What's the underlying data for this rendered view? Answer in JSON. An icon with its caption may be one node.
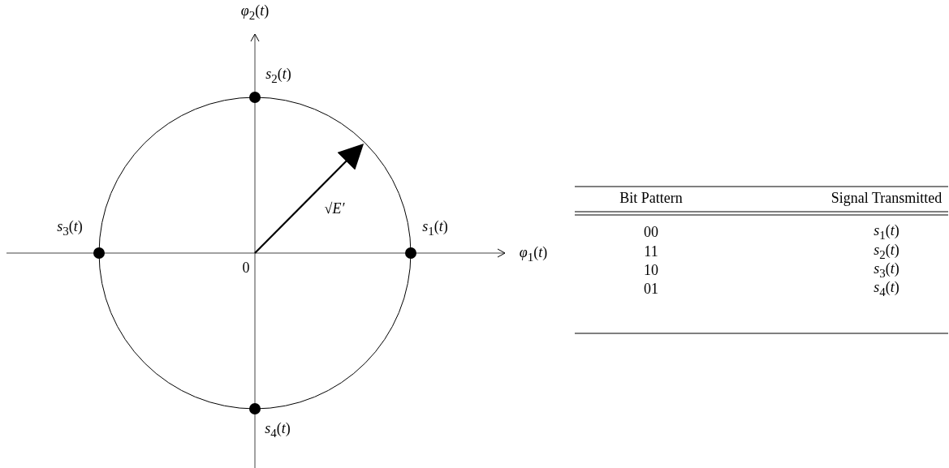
{
  "diagram": {
    "labels": [
      "*φ*$_{2}$(*t*)",
      "*s*$_{2}$(*t*)",
      "√*E′*",
      "*s*$_{3}$(*t*)",
      "*s*$_{1}$(*t*)",
      "*φ*$_{1}$(*t*)",
      "0",
      "*s*$_{4}$(*t*)",
      "Bit Pattern",
      "Signal Transmitted",
      "00",
      "*s*$_{1}$(*t*)",
      "11",
      "*s*$_{2}$(*t*)",
      "10",
      "*s*$_{3}$(*t*)",
      "01",
      "*s*$_{4}$(*t*)"
    ]
  }
}
